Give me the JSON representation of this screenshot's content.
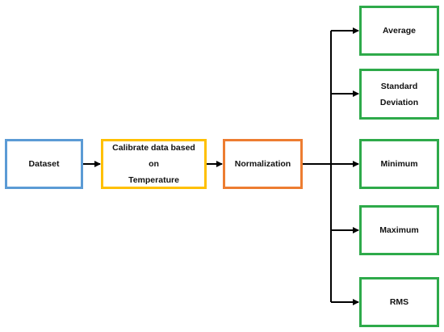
{
  "colors": {
    "dataset": "#5b9bd5",
    "calibrate": "#ffc000",
    "normalization": "#ed7d31",
    "outputs": "#2eaa4a",
    "arrows": "#000000"
  },
  "nodes": {
    "dataset": "Dataset",
    "calibrate": [
      "Calibrate data based on",
      "Temperature"
    ],
    "normalization": "Normalization",
    "average": "Average",
    "std_dev": [
      "Standard",
      "Deviation"
    ],
    "minimum": "Minimum",
    "maximum": "Maximum",
    "rms": "RMS"
  }
}
